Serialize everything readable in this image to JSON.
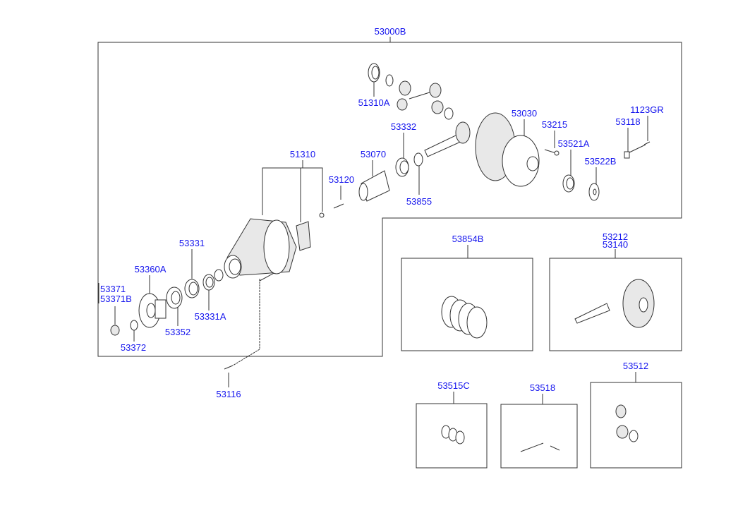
{
  "diagram": {
    "assembly_label": "53000B",
    "labels": {
      "l51310A": "51310A",
      "l53332": "53332",
      "l53070": "53070",
      "l51310": "51310",
      "l53120": "53120",
      "l53030": "53030",
      "l53215": "53215",
      "l53521A": "53521A",
      "l53522B": "53522B",
      "l53118": "53118",
      "l1123GR": "1123GR",
      "l53855": "53855",
      "l53331": "53331",
      "l53360A": "53360A",
      "l53371": "53371",
      "l53371B": "53371B",
      "l53372": "53372",
      "l53352": "53352",
      "l53331A": "53331A",
      "l53116": "53116",
      "l53854B": "53854B",
      "l53212": "53212",
      "l53140": "53140",
      "l53515C": "53515C",
      "l53518": "53518",
      "l53512": "53512"
    },
    "label_color": "#1515ee"
  }
}
